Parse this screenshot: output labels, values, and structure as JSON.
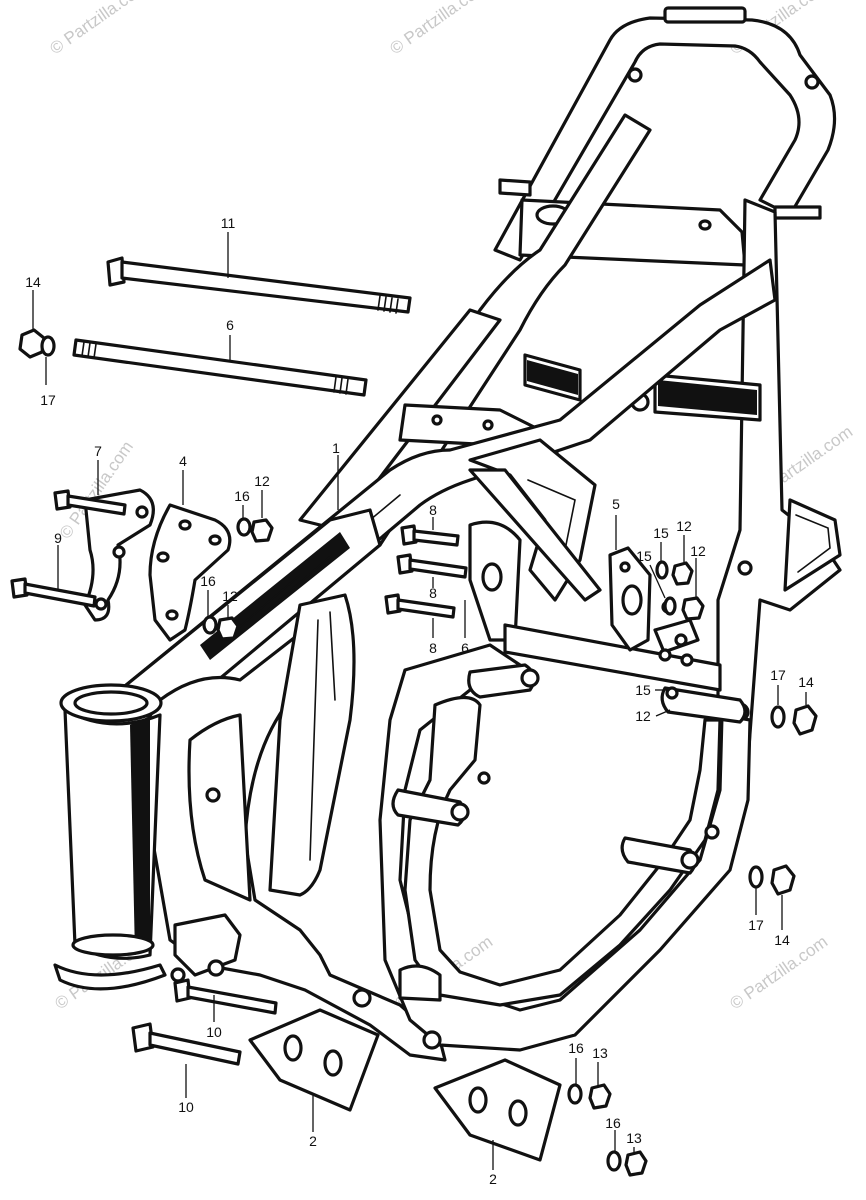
{
  "watermark": "© Partzilla.com",
  "callouts": {
    "c1": "1",
    "c2a": "2",
    "c2b": "2",
    "c4": "4",
    "c5": "5",
    "c6a": "6",
    "c6b": "6",
    "c7": "7",
    "c8a": "8",
    "c8b": "8",
    "c8c": "8",
    "c9": "9",
    "c10a": "10",
    "c10b": "10",
    "c11": "11",
    "c12a": "12",
    "c12b": "12",
    "c12c": "12",
    "c12d": "12",
    "c12e": "12",
    "c13a": "13",
    "c13b": "13",
    "c14a": "14",
    "c14b": "14",
    "c14c": "14",
    "c15a": "15",
    "c15b": "15",
    "c15c": "15",
    "c16a": "16",
    "c16b": "16",
    "c16c": "16",
    "c16d": "16",
    "c17a": "17",
    "c17b": "17",
    "c17c": "17"
  }
}
